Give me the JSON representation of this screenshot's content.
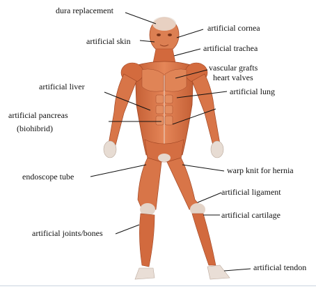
{
  "diagram": {
    "labels": {
      "dura_replacement": "dura replacement",
      "artificial_skin": "artificial skin",
      "artificial_cornea": "artificial cornea",
      "artificial_trachea": "artificial trachea",
      "vascular_grafts": "vascular grafts",
      "heart_valves": "heart valves",
      "artificial_liver": "artificial liver",
      "artificial_lung": "artificial lung",
      "artificial_pancreas": "artificial pancreas",
      "biohybrid": "(biohibrid)",
      "endoscope_tube": "endoscope tube",
      "warp_knit": "warp knit for hernia",
      "artificial_ligament": "artificial ligament",
      "artificial_cartilage": "artificial cartilage",
      "artificial_joints": "artificial joints/bones",
      "artificial_tendon": "artificial tendon"
    },
    "colors": {
      "muscle": "#d9774a",
      "muscle_dark": "#b2502a",
      "muscle_light": "#ec9a6e",
      "tendon": "#e9e2dc",
      "leader_line": "#111111",
      "label_text": "#111111"
    }
  }
}
